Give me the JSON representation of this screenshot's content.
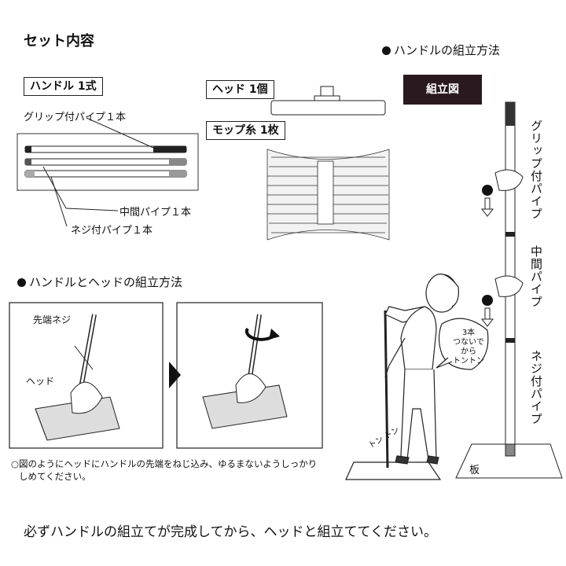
{
  "set_contents": {
    "title": "セット内容",
    "handle_label": "ハンドル 1式",
    "grip_pipe": "グリップ付パイプ１本",
    "middle_pipe": "中間パイプ１本",
    "screw_pipe": "ネジ付パイプ１本",
    "head_label": "ヘッド 1個",
    "mop_label": "モップ糸 1枚"
  },
  "handle_assembly": {
    "title": "ハンドルの組立方法",
    "diagram_label": "組立図",
    "grip_label": "グリップ付パイプ",
    "middle_label": "中間パイプ",
    "screw_label": "ネジ付パイプ",
    "bubble_line1": "3本",
    "bubble_line2": "つないで",
    "bubble_line3": "から",
    "bubble_line4": "トントン",
    "board_label": "板",
    "tap_sound": "トン トン"
  },
  "head_assembly": {
    "title": "ハンドルとヘッドの組立方法",
    "tip_screw_label": "先端ネジ",
    "head_label": "ヘッド",
    "note_line1": "○図のようにヘッドにハンドルの先端をねじ込み、ゆるまないようしっかり",
    "note_line2": "しめてください。"
  },
  "footer": {
    "text": "必ずハンドルの組立てが完成してから、ヘッドと組立ててください。"
  }
}
